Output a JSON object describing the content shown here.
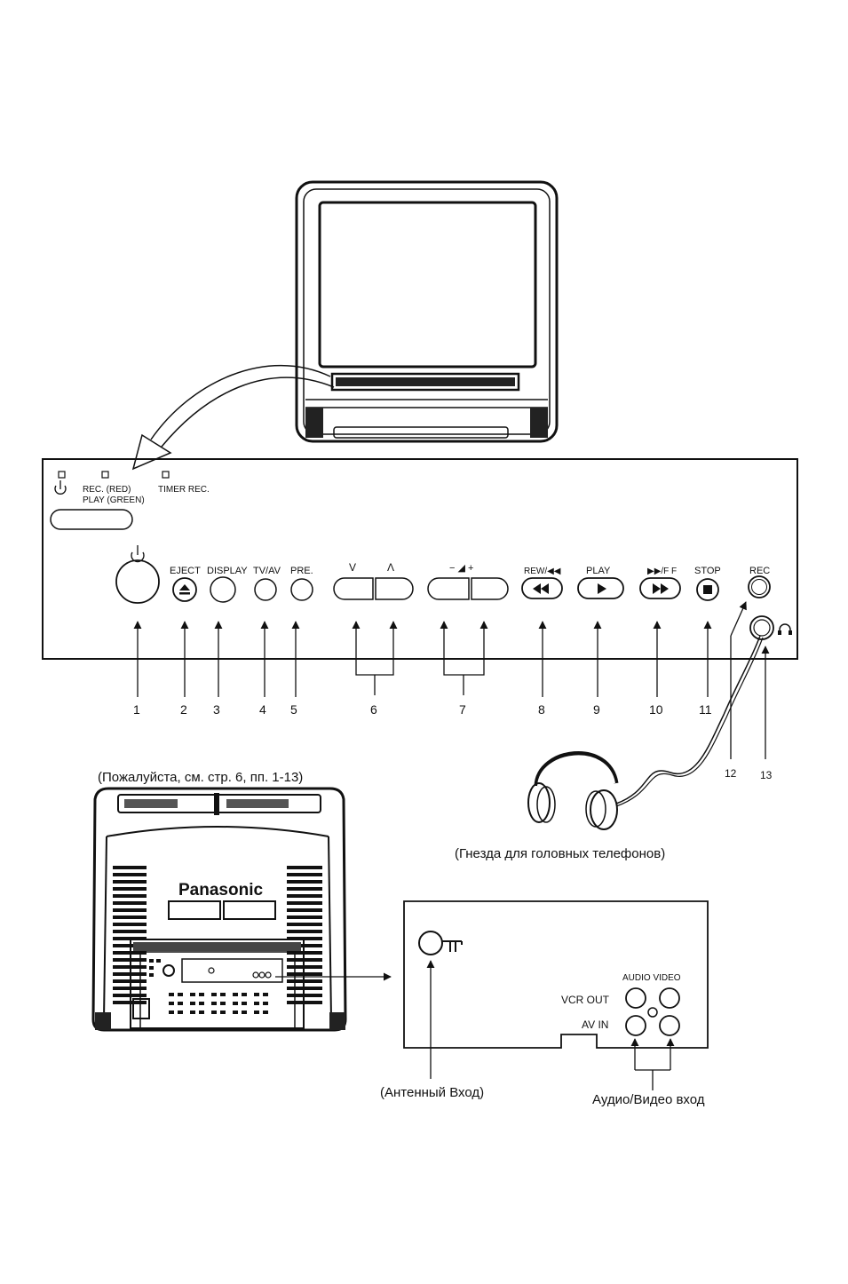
{
  "front_panel": {
    "indicators": {
      "rec_line1": "REC. (RED)",
      "rec_line2": "PLAY (GREEN)",
      "timer": "TIMER REC."
    },
    "buttons": {
      "eject": "EJECT",
      "display": "DISPLAY",
      "tvav": "TV/AV",
      "pre": "PRE.",
      "ch_down": "V",
      "ch_up": "Λ",
      "vol": "−  ◢  +",
      "rew": "REW/◀◀",
      "play": "PLAY",
      "ff": "▶▶/F F",
      "stop": "STOP",
      "rec": "REC"
    },
    "callouts": [
      "1",
      "2",
      "3",
      "4",
      "5",
      "6",
      "7",
      "8",
      "9",
      "10",
      "11",
      "12",
      "13"
    ]
  },
  "captions": {
    "see_page": "(Пожалуйста, см. стр. 6, пп. 1-13)",
    "headphones": "(Гнезда для головных телефонов)",
    "antenna": "(Антенный Вход)",
    "av_input": "Аудио/Видео вход"
  },
  "rear": {
    "brand": "Panasonic"
  },
  "rear_panel": {
    "audio_video": "AUDIO VIDEO",
    "vcr_out": "VCR OUT",
    "av_in": "AV IN"
  }
}
